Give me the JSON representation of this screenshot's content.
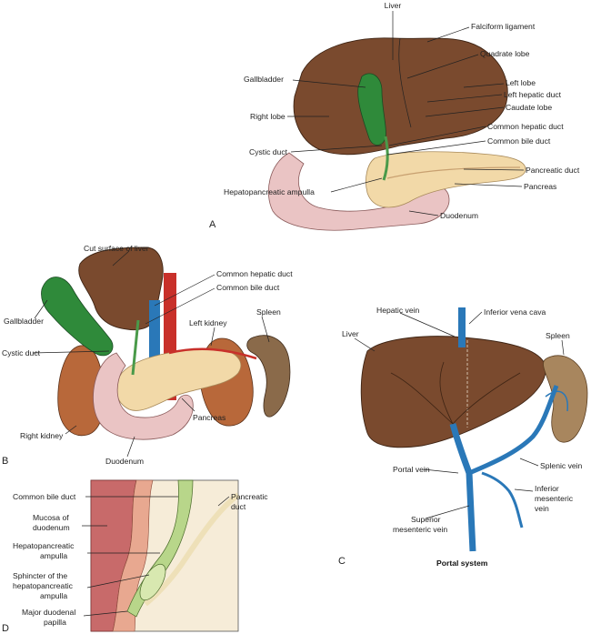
{
  "panels": {
    "a": {
      "letter": "A",
      "labels": {
        "liver": "Liver",
        "falciform": "Falciform ligament",
        "quadrate": "Quadrate lobe",
        "gallbladder": "Gallbladder",
        "left_lobe": "Left lobe",
        "left_hepatic": "Left hepatic duct",
        "right_lobe": "Right lobe",
        "caudate": "Caudate lobe",
        "common_hepatic": "Common hepatic duct",
        "common_bile": "Common bile duct",
        "cystic": "Cystic duct",
        "pancreatic_duct": "Pancreatic duct",
        "ampulla": "Hepatopancreatic ampulla",
        "pancreas": "Pancreas",
        "duodenum": "Duodenum"
      }
    },
    "b": {
      "letter": "B",
      "labels": {
        "cut_surface": "Cut surface of liver",
        "common_hepatic": "Common hepatic duct",
        "common_bile": "Common bile duct",
        "spleen": "Spleen",
        "left_kidney": "Left kidney",
        "gallbladder": "Gallbladder",
        "cystic": "Cystic duct",
        "right_kidney": "Right kidney",
        "pancreas": "Pancreas",
        "duodenum": "Duodenum"
      }
    },
    "c": {
      "letter": "C",
      "title": "Portal system",
      "labels": {
        "hepatic_vein": "Hepatic vein",
        "ivc": "Inferior vena cava",
        "liver": "Liver",
        "spleen": "Spleen",
        "splenic_vein": "Splenic vein",
        "portal_vein": "Portal vein",
        "inferior_mesenteric_1": "Inferior",
        "inferior_mesenteric_2": "mesenteric",
        "inferior_mesenteric_3": "vein",
        "superior_mesenteric_1": "Superior",
        "superior_mesenteric_2": "mesenteric vein"
      }
    },
    "d": {
      "letter": "D",
      "labels": {
        "common_bile": "Common bile duct",
        "pancreatic_1": "Pancreatic",
        "pancreatic_2": "duct",
        "mucosa_1": "Mucosa of",
        "mucosa_2": "duodenum",
        "ampulla_1": "Hepatopancreatic",
        "ampulla_2": "ampulla",
        "sphincter_1": "Sphincter of the",
        "sphincter_2": "hepatopancreatic",
        "sphincter_3": "ampulla",
        "papilla_1": "Major duodenal",
        "papilla_2": "papilla"
      }
    }
  },
  "colors": {
    "liver": "#7a4a2e",
    "liver_dark": "#4e2c18",
    "gallbladder": "#2f8a3a",
    "pancreas": "#f2d9a8",
    "duodenum": "#eac4c4",
    "kidney": "#b8683a",
    "spleen": "#8a6a4a",
    "artery": "#c8302a",
    "vein": "#2a78b8",
    "mucosa": "#c86a6a"
  }
}
